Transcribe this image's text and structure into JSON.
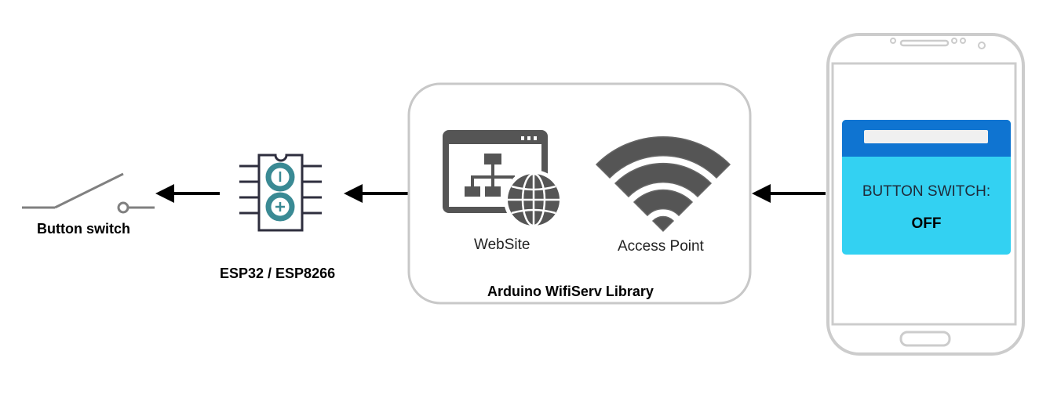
{
  "switch": {
    "label": "Button switch"
  },
  "chip": {
    "label": "ESP32 / ESP8266"
  },
  "library": {
    "label": "Arduino WifiServ Library",
    "website_label": "WebSite",
    "ap_label": "Access Point"
  },
  "phone": {
    "title": "BUTTON SWITCH:",
    "state": "OFF"
  },
  "colors": {
    "chip_accent": "#3a8a94",
    "icon_dark": "#555555",
    "phone_header": "#0f74d1",
    "phone_body": "#33d1f2",
    "outline_gray": "#c8c8c8"
  }
}
